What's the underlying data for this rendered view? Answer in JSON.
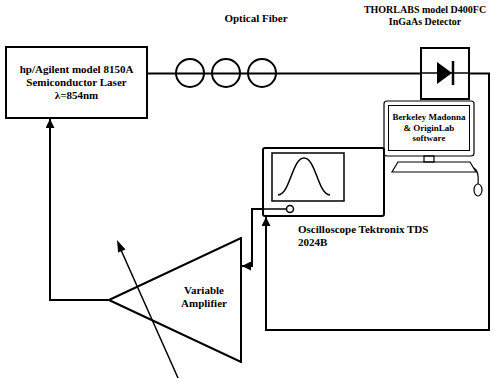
{
  "diagram": {
    "nodes": [
      {
        "text": [
          "hp/Agilent model 8150A Semiconductor Laser λ=854nm"
        ]
      },
      {
        "text": [
          "THORLABS model D400FC InGaAs Detector"
        ]
      },
      {
        "text": [
          "Berkeley Madonna & OriginLab software"
        ]
      },
      {
        "text": [
          "Oscilloscope Tektronix TDS 2024B"
        ]
      },
      {
        "text": [
          "Variable Amplifier"
        ]
      }
    ],
    "edges": [
      {
        "from": 0,
        "to": 1,
        "arrow": "none"
      },
      {
        "from": 4,
        "to": 0,
        "arrow": "to"
      },
      {
        "from": 3,
        "to": 4,
        "arrow": "to"
      },
      {
        "from": 1,
        "to": 3,
        "arrow": "to"
      }
    ],
    "labels": [
      "Optical Fiber"
    ]
  }
}
